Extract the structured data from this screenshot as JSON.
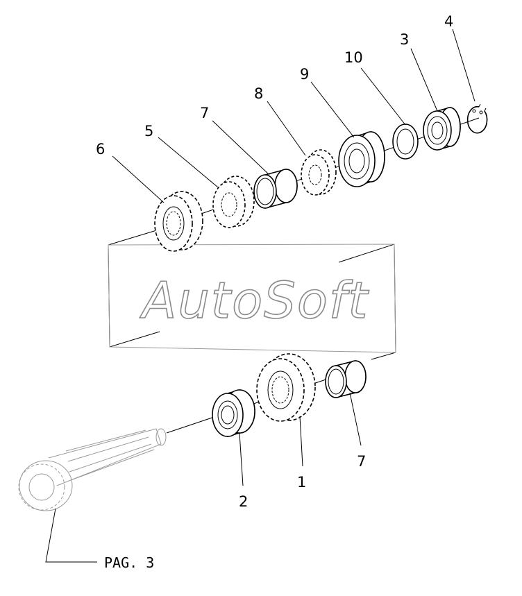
{
  "watermark": "AutoSoft",
  "page_reference": "PAG. 3",
  "callouts": {
    "c1": "1",
    "c2": "2",
    "c3": "3",
    "c4": "4",
    "c5": "5",
    "c6": "6",
    "c7a": "7",
    "c7b": "7",
    "c8": "8",
    "c9": "9",
    "c10": "10"
  }
}
